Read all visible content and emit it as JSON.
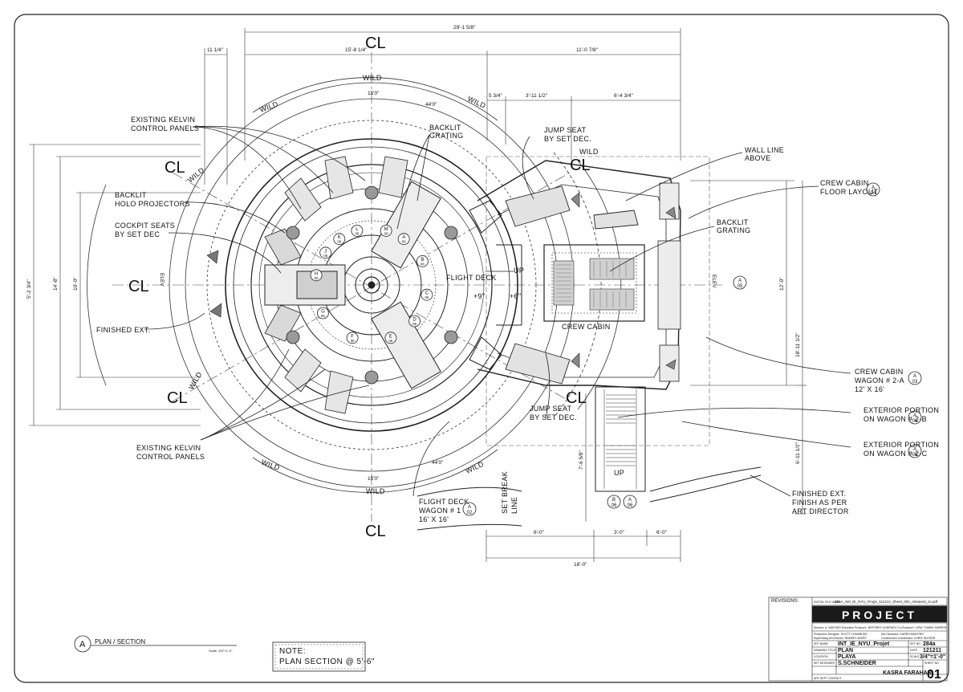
{
  "labels": {
    "existing_kelvin_top": [
      "EXISTING KELVIN",
      "CONTROL PANELS"
    ],
    "existing_kelvin_bottom": [
      "EXISTING KELVIN",
      "CONTROL PANELS"
    ],
    "backlit_holo": [
      "BACKLIT",
      "HOLO PROJECTORS"
    ],
    "cockpit_seats": [
      "COCKPIT SEATS",
      "BY SET DEC"
    ],
    "finished_ext_left": "FINISHED EXT.",
    "backlit_grating_top": [
      "BACKLIT",
      "GRATING"
    ],
    "jump_seat_top": [
      "JUMP SEAT",
      "BY SET DEC."
    ],
    "jump_seat_bottom": [
      "JUMP SEAT",
      "BY SET DEC."
    ],
    "wall_line": [
      "WALL LINE",
      "ABOVE"
    ],
    "crew_cabin_floor": [
      "CREW CABIN",
      "FLOOR LAYOUT"
    ],
    "backlit_grating_right": [
      "BACKLIT",
      "GRATING"
    ],
    "flight_deck": "FLIGHT DECK",
    "crew_cabin": "CREW CABIN",
    "crew_cabin_wagon": [
      "CREW CABIN",
      "WAGON # 2-A",
      "12' X 16'"
    ],
    "exterior_b": [
      "EXTERIOR PORTION",
      "ON WAGON # 2-B"
    ],
    "exterior_c": [
      "EXTERIOR PORTION",
      "ON WAGON # 2-C"
    ],
    "finished_ext_right": [
      "FINISHED EXT.",
      "FINISH AS PER",
      "ART DIRECTOR"
    ],
    "flight_deck_wagon": [
      "FLIGHT DECK",
      "WAGON # 1",
      "16' X 16'"
    ],
    "set_break": [
      "SET BREAK",
      "LINE"
    ],
    "wild": "WILD",
    "up": "UP",
    "elev_plus9": "+9\"",
    "elev_plus6": "+6\"",
    "cl": "CL",
    "elev_mark": "ELEV"
  },
  "dimensions": {
    "overall_top": "29'-1 5/8\"",
    "left_top": "15'-8 1/4\"",
    "right_top": "11'-0 7/8\"",
    "small_top": "11 1/4\"",
    "d_5_3_4": "5 3/4\"",
    "d_3_11_half": "3'-11 1/2\"",
    "d_6_4_3_4": "6'-4 3/4\"",
    "left_outer": "5'-2 3/4\"",
    "left_mid": "14'-8\"",
    "left_inner": "10'-0\"",
    "right_12": "12'-0\"",
    "right_18": "18'-11 1/2\"",
    "right_6": "6'-11 1/2\"",
    "bottom_6a": "6'-0\"",
    "bottom_3": "3'-0\"",
    "bottom_6b": "6'-0\"",
    "bottom_total": "18'-0\"",
    "ramp": "7'-6 5/8\"",
    "r15": "15'0\"",
    "r44": "44'0\""
  },
  "callouts": {
    "a04": {
      "letter": "A",
      "sheet": "04"
    },
    "a05": {
      "letter": "A",
      "sheet": "05"
    },
    "a03": {
      "letter": "A",
      "sheet": "03"
    },
    "a06": {
      "letter": "A",
      "sheet": "06"
    },
    "b06": {
      "letter": "B",
      "sheet": "06"
    },
    "a02": {
      "letter": "A",
      "sheet": "02"
    },
    "seat_letters": [
      "A",
      "B",
      "C",
      "D",
      "E",
      "F",
      "G",
      "H",
      "J",
      "K",
      "L",
      "M"
    ],
    "seat_sheet": "06"
  },
  "section_title": {
    "letter": "A",
    "name": "PLAN / SECTION",
    "scale": "Scale: 3/4\"=1'-0\""
  },
  "note": {
    "head": "NOTE:",
    "body": "PLAN SECTION @ 5'-6\""
  },
  "title_block": {
    "revisions": "REVISIONS:",
    "digital_file_label": "DIGITAL FILE NAME:",
    "digital_file": "284A_Set_IE_NYU_Projet_111212_Sheet_001_released_ss.pdf",
    "logo": "PROJECT",
    "credits_1": "Director: A. SMITHEE    Executive Producer: JEFFEREY CHERNOV    Co-Producer / UPM: TOMMY HARPER",
    "credits_2a": "Production Designer: SCOTT CHAMBLISS",
    "credits_2b": "Set Decorator: KAREN MANTHEY",
    "credits_3a": "Supervising Art Director: RAMSEY AVERY",
    "credits_3b": "Construction Coordinator: CHRIS SNYDER",
    "set_name_label": "SET NAME",
    "set_name": "INT_IE_NYU_Projet",
    "set_no_label": "SET NO",
    "set_no": "284a",
    "drawing_title_label": "DRAWING TITLE",
    "drawing_title": "PLAN",
    "date_label": "DATE",
    "date": "121211",
    "location_label": "LOCATION",
    "location": "PLAYA",
    "scale_label": "SCALE",
    "scale": "3/4\"=1'-0\"",
    "set_designer_label": "SET DESIGNER",
    "set_designer": "S.SCHNEIDER",
    "sheet_no_label": "SHEET NO",
    "sheet_no": "01",
    "art_dept_label": "ART DEPT CONTACT",
    "art_dept": "KASRA FARAHANI"
  }
}
